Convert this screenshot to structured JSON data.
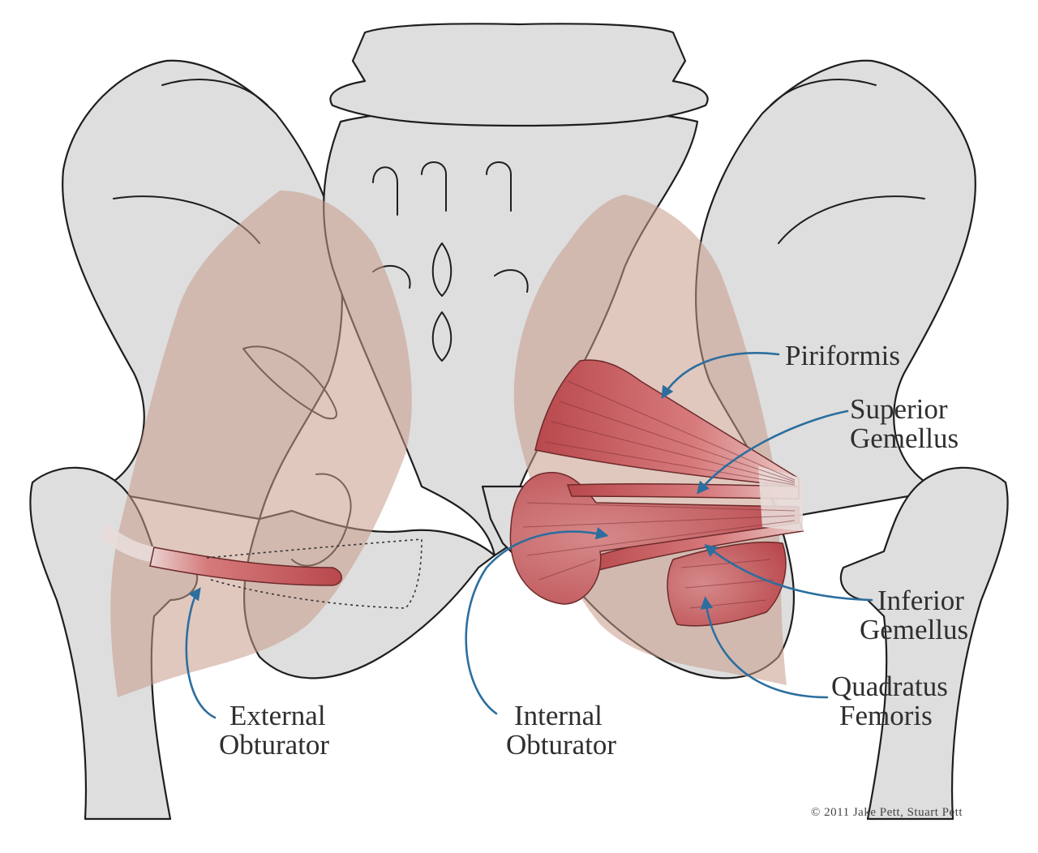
{
  "labels": {
    "piriformis": "Piriformis",
    "superior_gemellus_line1": "Superior",
    "superior_gemellus_line2": "Gemellus",
    "inferior_gemellus_line1": "Inferior",
    "inferior_gemellus_line2": "Gemellus",
    "quadratus_femoris_line1": "Quadratus",
    "quadratus_femoris_line2": "Femoris",
    "internal_obturator_line1": "Internal",
    "internal_obturator_line2": "Obturator",
    "external_obturator_line1": "External",
    "external_obturator_line2": "Obturator"
  },
  "copyright": "© 2011 Jake Pett, Stuart Pett",
  "colors": {
    "bone": "#dedede",
    "outline": "#1e1e1e",
    "gluteal_overlay": "#c79a8a",
    "muscle_red": "#c0585a",
    "arrow_blue": "#2c6e9e",
    "label_text": "#2f2f2f"
  }
}
